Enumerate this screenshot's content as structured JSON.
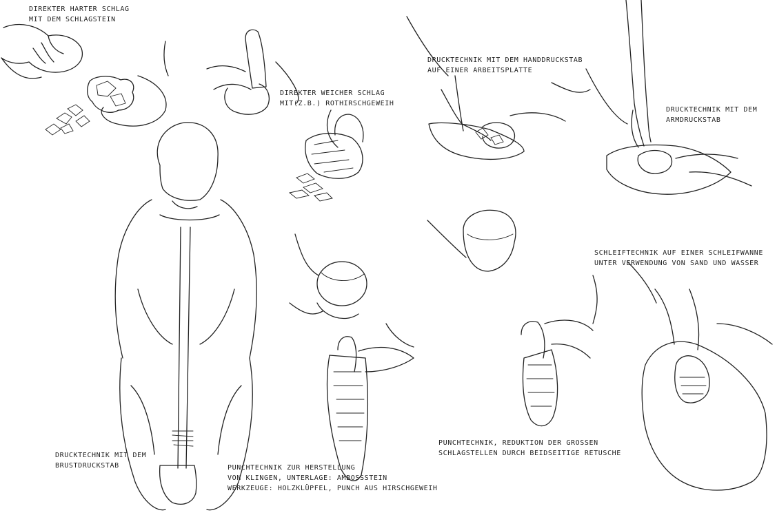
{
  "labels": {
    "direct_hard": [
      "DIREKTER HARTER SCHLAG",
      "MIT DEM SCHLAGSTEIN"
    ],
    "direct_soft": [
      "DIREKTER WEICHER SCHLAG",
      "MIT(z.B.) ROTHIRSCHGEWEIH"
    ],
    "pressure_hand": [
      "DRUCKTECHNIK MIT DEM HANDDRUCKSTAB",
      "AUF EINER ARBEITSPLATTE"
    ],
    "pressure_arm": [
      "DRUCKTECHNIK MIT DEM",
      "ARMDRUCKSTAB"
    ],
    "grinding": [
      "SCHLEIFTECHNIK AUF EINER SCHLEIFWANNE",
      "UNTER VERWENDUNG VON SAND UND WASSER"
    ],
    "pressure_chest": [
      "DRUCKTECHNIK MIT DEM",
      "BRUSTDRUCKSTAB"
    ],
    "punch_blades": [
      "PUNCHTECHNIK ZUR HERSTELLUNG",
      "VON KLINGEN, UNTERLAGE: AMBOßSTEIN",
      "WERKZEUGE: HOLZKLÜPFEL, PUNCH AUS HIRSCHGEWEIH"
    ],
    "punch_reduction": [
      "PUNCHTECHNIK, REDUKTION DER GROßEN",
      "SCHLAGSTELLEN DURCH BEIDSEITIGE RETUSCHE"
    ]
  }
}
